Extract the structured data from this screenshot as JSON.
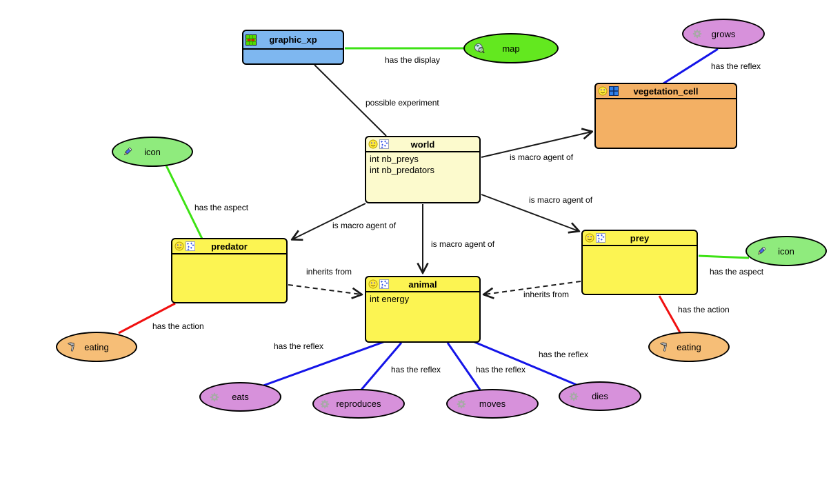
{
  "colors": {
    "edge_black": "#1a1a1a",
    "edge_green": "#3de214",
    "edge_blue": "#1414e8",
    "edge_red": "#f01010",
    "experiment_fill": "#7eb7f0",
    "world_fill": "#fcfacd",
    "species_fill": "#fcf452",
    "grid_species_fill": "#f3b064",
    "reflex_fill": "#d791db",
    "display_fill": "#63e81f",
    "aspect_fill": "#8feb7d",
    "action_fill": "#f6be77"
  },
  "nodes": {
    "graphic_xp": {
      "title": "graphic_xp",
      "attributes": []
    },
    "world": {
      "title": "world",
      "attributes": [
        "int nb_preys",
        "int nb_predators"
      ]
    },
    "vegetation_cell": {
      "title": "vegetation_cell",
      "attributes": []
    },
    "predator": {
      "title": "predator",
      "attributes": []
    },
    "prey": {
      "title": "prey",
      "attributes": []
    },
    "animal": {
      "title": "animal",
      "attributes": [
        "int energy"
      ]
    }
  },
  "ellipses": {
    "map": {
      "label": "map",
      "icon": "globe-magnifier-icon"
    },
    "grows": {
      "label": "grows",
      "icon": "gear-icon"
    },
    "icon_left": {
      "label": "icon",
      "icon": "pencil-icon"
    },
    "icon_right": {
      "label": "icon",
      "icon": "pencil-icon"
    },
    "eating_left": {
      "label": "eating",
      "icon": "hammer-icon"
    },
    "eating_right": {
      "label": "eating",
      "icon": "hammer-icon"
    },
    "eats": {
      "label": "eats",
      "icon": "gear-icon"
    },
    "reproduces": {
      "label": "reproduces",
      "icon": "gear-icon"
    },
    "moves": {
      "label": "moves",
      "icon": "gear-icon"
    },
    "dies": {
      "label": "dies",
      "icon": "gear-icon"
    }
  },
  "edges": [
    {
      "from": "graphic_xp",
      "to": "map",
      "label": "has the display",
      "color": "#3de214",
      "style": "solid"
    },
    {
      "from": "graphic_xp",
      "to": "world",
      "label": "possible experiment",
      "color": "#1a1a1a",
      "style": "solid"
    },
    {
      "from": "grows",
      "to": "vegetation_cell",
      "label": "has the reflex",
      "color": "#1414e8",
      "style": "solid"
    },
    {
      "from": "world",
      "to": "vegetation_cell",
      "label": "is macro agent of",
      "color": "#1a1a1a",
      "style": "arrow"
    },
    {
      "from": "world",
      "to": "predator",
      "label": "is macro agent of",
      "color": "#1a1a1a",
      "style": "arrow"
    },
    {
      "from": "world",
      "to": "prey",
      "label": "is macro agent of",
      "color": "#1a1a1a",
      "style": "arrow"
    },
    {
      "from": "world",
      "to": "animal",
      "label": "is macro agent of",
      "color": "#1a1a1a",
      "style": "arrow"
    },
    {
      "from": "predator",
      "to": "animal",
      "label": "inherits from",
      "color": "#1a1a1a",
      "style": "dashed-arrow"
    },
    {
      "from": "prey",
      "to": "animal",
      "label": "inherits from",
      "color": "#1a1a1a",
      "style": "dashed-arrow"
    },
    {
      "from": "icon_left",
      "to": "predator",
      "label": "has the aspect",
      "color": "#3de214",
      "style": "solid"
    },
    {
      "from": "eating_left",
      "to": "predator",
      "label": "has the action",
      "color": "#f01010",
      "style": "solid"
    },
    {
      "from": "icon_right",
      "to": "prey",
      "label": "has the aspect",
      "color": "#3de214",
      "style": "solid"
    },
    {
      "from": "eating_right",
      "to": "prey",
      "label": "has the action",
      "color": "#f01010",
      "style": "solid"
    },
    {
      "from": "animal",
      "to": "eats",
      "label": "has the reflex",
      "color": "#1414e8",
      "style": "solid"
    },
    {
      "from": "animal",
      "to": "reproduces",
      "label": "has the reflex",
      "color": "#1414e8",
      "style": "solid"
    },
    {
      "from": "animal",
      "to": "moves",
      "label": "has the reflex",
      "color": "#1414e8",
      "style": "solid"
    },
    {
      "from": "animal",
      "to": "dies",
      "label": "has the reflex",
      "color": "#1414e8",
      "style": "solid"
    }
  ]
}
